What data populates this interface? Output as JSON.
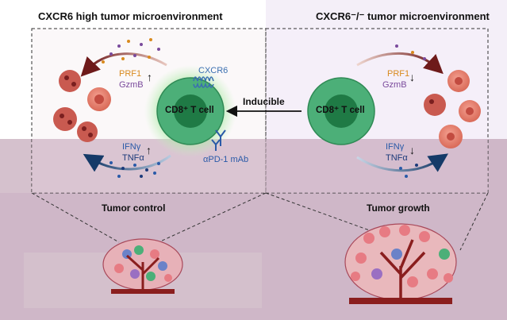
{
  "left": {
    "title": "CXCR6 high tumor microenvironment",
    "cell_label": "CD8⁺ T cell",
    "receptor_label": "CXCR6",
    "antibody_label": "αPD-1 mAb",
    "cytotoxic": [
      "PRF1",
      "GzmB"
    ],
    "cytokines": [
      "IFNγ",
      "TNFα"
    ],
    "cytotoxic_trend": "up",
    "cytokine_trend": "up",
    "outcome": "Tumor control"
  },
  "right": {
    "title": "CXCR6⁻/⁻ tumor microenvironment",
    "cell_label": "CD8⁺ T cell",
    "cytotoxic": [
      "PRF1",
      "GzmB"
    ],
    "cytokines": [
      "IFNγ",
      "TNFα"
    ],
    "cytotoxic_trend": "down",
    "cytokine_trend": "down",
    "outcome": "Tumor growth"
  },
  "center_arrow_label": "Inducible",
  "colors": {
    "tcell_outer": "#4caf78",
    "tcell_inner": "#1f7a45",
    "glow": "#8fe08a",
    "prf1": "#d98a1e",
    "gzmb": "#7a4a9c",
    "ifng": "#2a5aa8",
    "tnfa": "#1c3a7a",
    "arrow_top": "#7a2020",
    "arrow_bottom": "#1a3f6e",
    "tumor": "#d97060",
    "right_bg": "#f3eef8",
    "bottom_bg": "#cbb2c4"
  }
}
